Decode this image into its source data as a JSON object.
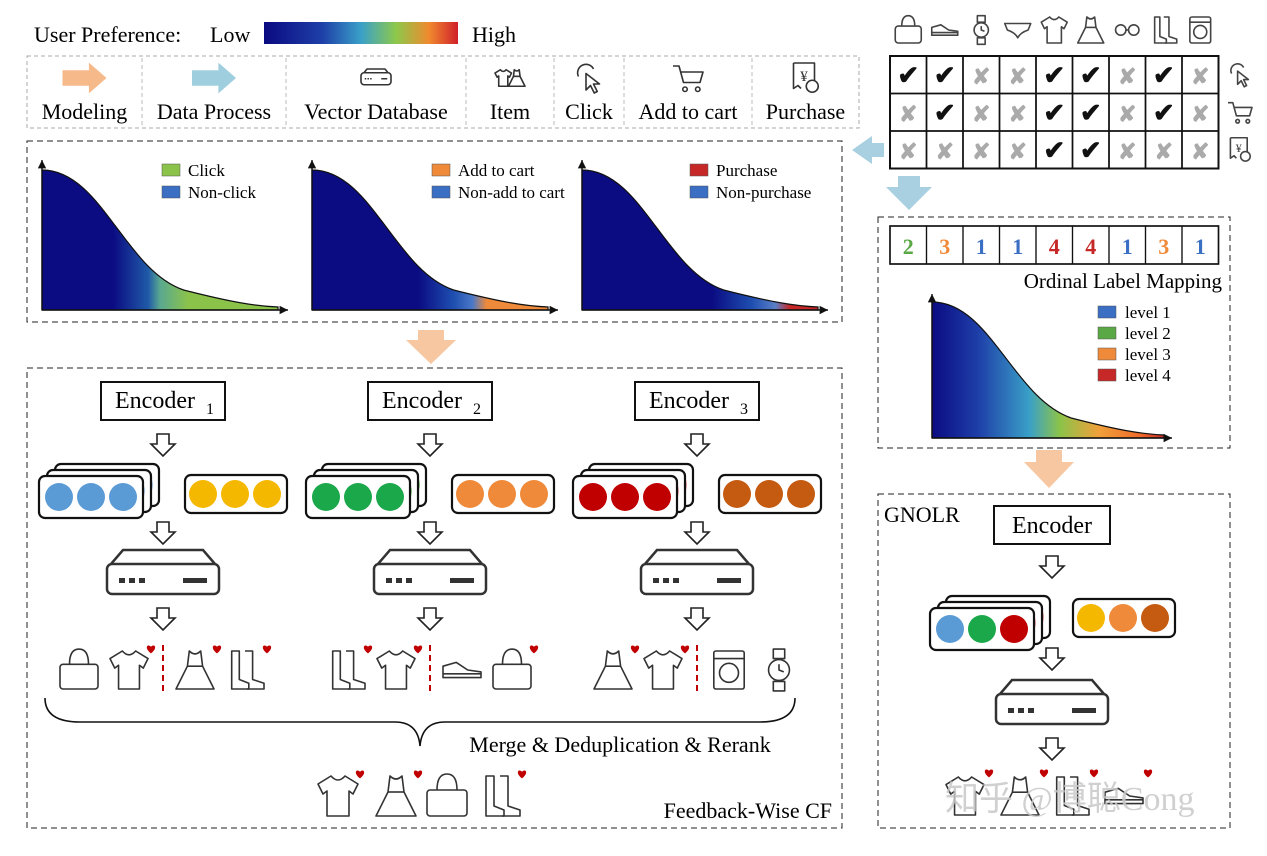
{
  "preference": {
    "label": "User Preference:",
    "low": "Low",
    "high": "High"
  },
  "legend_items": [
    {
      "label": "Modeling",
      "icon": "orange-arrow-icon"
    },
    {
      "label": "Data Process",
      "icon": "blue-arrow-icon"
    },
    {
      "label": "Vector Database",
      "icon": "server-icon"
    },
    {
      "label": "Item",
      "icon": "clothes-icon"
    },
    {
      "label": "Click",
      "icon": "cursor-click-icon"
    },
    {
      "label": "Add to cart",
      "icon": "cart-icon"
    },
    {
      "label": "Purchase",
      "icon": "purchase-receipt-icon"
    }
  ],
  "matrix": {
    "item_icons": [
      "bag-icon",
      "sneaker-icon",
      "watch-icon",
      "underwear-icon",
      "tshirt-icon",
      "dress-icon",
      "glasses-icon",
      "boots-icon",
      "washer-icon"
    ],
    "row_icons": [
      "cursor-click-icon",
      "cart-icon",
      "purchase-receipt-icon"
    ],
    "rows": [
      [
        "check",
        "check",
        "cross",
        "cross",
        "check",
        "check",
        "cross",
        "check",
        "cross"
      ],
      [
        "cross",
        "check",
        "cross",
        "cross",
        "check",
        "check",
        "cross",
        "check",
        "cross"
      ],
      [
        "cross",
        "cross",
        "cross",
        "cross",
        "check",
        "check",
        "cross",
        "cross",
        "cross"
      ]
    ]
  },
  "curves": [
    {
      "pos": "Click",
      "neg": "Non-click",
      "pos_color": "#8bc34a",
      "neg_color": "#3a6fc4"
    },
    {
      "pos": "Add to cart",
      "neg": "Non-add to cart",
      "pos_color": "#ef8a3a",
      "neg_color": "#3a6fc4"
    },
    {
      "pos": "Purchase",
      "neg": "Non-purchase",
      "pos_color": "#c62828",
      "neg_color": "#3a6fc4"
    }
  ],
  "ordinal": {
    "title": "Ordinal Label Mapping",
    "labels": [
      "2",
      "3",
      "1",
      "1",
      "4",
      "4",
      "1",
      "3",
      "1"
    ],
    "level_colors": {
      "1": "#3a6fc4",
      "2": "#5aa845",
      "3": "#ef8a3a",
      "4": "#c62828"
    },
    "levels": [
      {
        "label": "level 1",
        "color": "#3a6fc4"
      },
      {
        "label": "level 2",
        "color": "#5aa845"
      },
      {
        "label": "level 3",
        "color": "#ef8a3a"
      },
      {
        "label": "level 4",
        "color": "#c62828"
      }
    ]
  },
  "encoders": [
    {
      "name": "Encoder",
      "sub": "1",
      "stack_colors": [
        "#5b9bd5",
        "#a9c8e8"
      ],
      "item_color": "#f5b800"
    },
    {
      "name": "Encoder",
      "sub": "2",
      "stack_colors": [
        "#1aa84a",
        "#98cc8c"
      ],
      "item_color": "#ef8a3a"
    },
    {
      "name": "Encoder",
      "sub": "3",
      "stack_colors": [
        "#c00000",
        "#f0a8a8"
      ],
      "item_color": "#c55a11"
    }
  ],
  "merge_label": "Merge & Deduplication & Rerank",
  "feedback_label": "Feedback-Wise CF",
  "gnolr": {
    "title": "GNOLR",
    "encoder": "Encoder",
    "user_colors": [
      "#5b9bd5",
      "#1aa84a",
      "#c00000"
    ],
    "item_colors": [
      "#f5b800",
      "#ef8a3a",
      "#c55a11"
    ]
  },
  "watermark": "知乎 @博聪Cong"
}
